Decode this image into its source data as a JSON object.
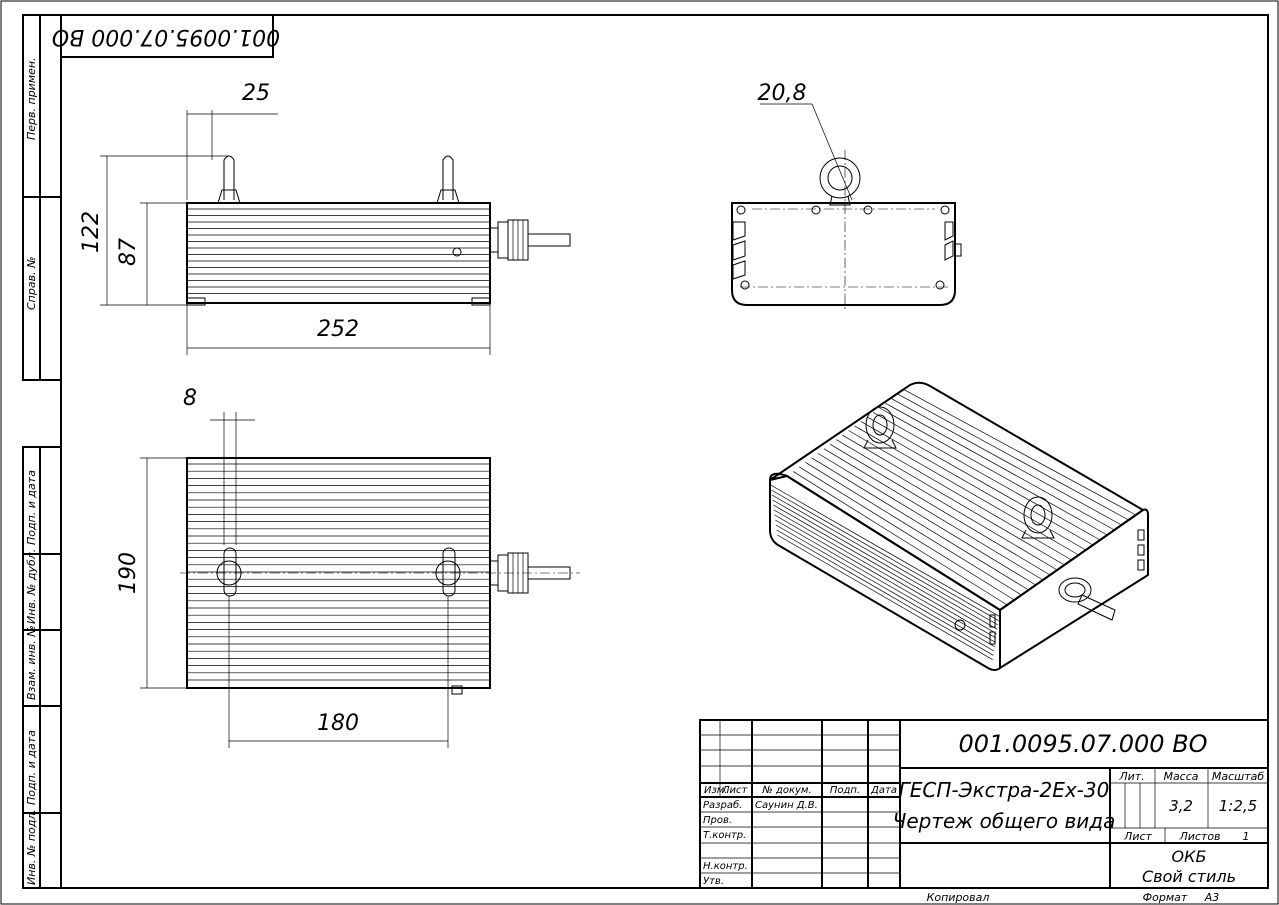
{
  "stamp_code_rotated": "001.0095.07.000 ВО",
  "side_labels": [
    "Перв. примен.",
    "Справ. №",
    "Подп. и дата",
    "Инв. № дубл.",
    "Взам. инв. №",
    "Подп. и дата",
    "Инв. № подл."
  ],
  "dims": {
    "d25": "25",
    "d122": "122",
    "d87": "87",
    "d252": "252",
    "d20_8": "20,8",
    "d8": "8",
    "d190": "190",
    "d180": "180"
  },
  "title_block": {
    "doc_code": "001.0095.07.000 ВО",
    "name_line1": "ГЕСП-Экстра-2Ех-30",
    "name_line2": "Чертеж общего вида",
    "col_izm": "Изм.",
    "col_list": "Лист",
    "col_docum": "№ докум.",
    "col_podp": "Подп.",
    "col_data": "Дата",
    "row_razrab": "Разраб.",
    "row_prov": "Пров.",
    "row_tkontr": "Т.контр.",
    "row_nkontr": "Н.контр.",
    "row_utv": "Утв.",
    "razrab_name": "Саунин Д.В.",
    "lit": "Лит.",
    "massa": "Масса",
    "masshtab": "Масштаб",
    "massa_value": "3,2",
    "scale_value": "1:2,5",
    "list_label": "Лист",
    "listov_label": "Листов",
    "listov_value": "1",
    "org_line1": "ОКБ",
    "org_line2": "Свой стиль",
    "kopiroval": "Копировал",
    "format": "Формат",
    "format_value": "А3"
  }
}
